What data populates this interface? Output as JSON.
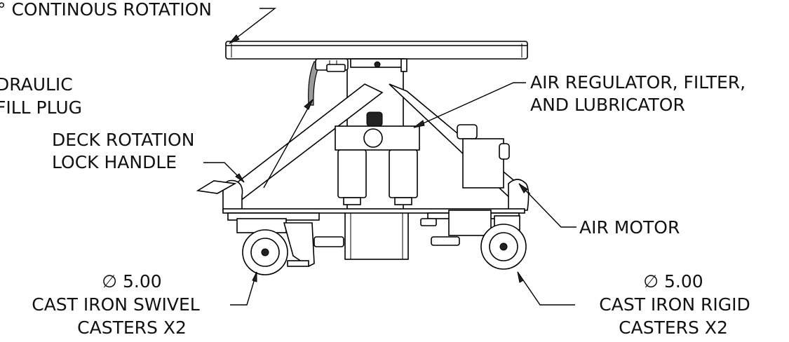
{
  "labels": {
    "rotation": "° CONTINOUS ROTATION",
    "hydraulic_line1": "DRAULIC",
    "hydraulic_line2": "FILL PLUG",
    "deck_lock_line1": "DECK ROTATION",
    "deck_lock_line2": "LOCK HANDLE",
    "air_reg_line1": "AIR REGULATOR, FILTER,",
    "air_reg_line2": "AND LUBRICATOR",
    "air_motor": "AIR MOTOR",
    "swivel_dia": "∅ 5.00",
    "swivel_line1": "CAST IRON SWIVEL",
    "swivel_line2": "CASTERS X2",
    "rigid_dia": "∅ 5.00",
    "rigid_line1": "CAST IRON RIGID",
    "rigid_line2": "CASTERS X2"
  },
  "colors": {
    "line": "#000000",
    "background": "#ffffff",
    "text": "#111111"
  }
}
